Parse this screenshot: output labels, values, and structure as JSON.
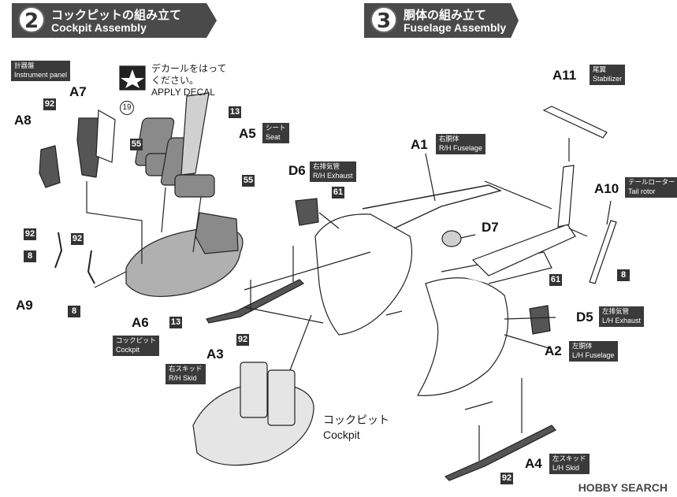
{
  "steps": [
    {
      "number": "2",
      "title_jp": "コックピットの組み立て",
      "title_en": "Cockpit Assembly"
    },
    {
      "number": "3",
      "title_jp": "胴体の組み立て",
      "title_en": "Fuselage Assembly"
    }
  ],
  "decal": {
    "jp_line1": "デカールをはって",
    "jp_line2": "ください。",
    "en": "APPLY DECAL"
  },
  "tags": {
    "instrument_panel": {
      "jp": "計器盤",
      "en": "Instrument panel"
    },
    "seat": {
      "jp": "シート",
      "en": "Seat"
    },
    "cockpit": {
      "jp": "コックピット",
      "en": "Cockpit"
    },
    "rh_skid": {
      "jp": "右スキッド",
      "en": "R/H Skid"
    },
    "rh_exhaust": {
      "jp": "右排気管",
      "en": "R/H Exhaust"
    },
    "rh_fuselage": {
      "jp": "右胴体",
      "en": "R/H Fuselage"
    },
    "stabilizer": {
      "jp": "尾翼",
      "en": "Stabilizer"
    },
    "tail_rotor": {
      "jp": "テールローター",
      "en": "Tail rotor"
    },
    "lh_exhaust": {
      "jp": "左排気管",
      "en": "L/H Exhaust"
    },
    "lh_fuselage": {
      "jp": "左胴体",
      "en": "L/H Fuselage"
    },
    "lh_skid": {
      "jp": "左スキッド",
      "en": "L/H Skid"
    }
  },
  "parts": {
    "a1": "A1",
    "a2": "A2",
    "a3": "A3",
    "a4": "A4",
    "a5": "A5",
    "a6": "A6",
    "a7": "A7",
    "a8": "A8",
    "a9": "A9",
    "a10": "A10",
    "a11": "A11",
    "d5": "D5",
    "d6": "D6",
    "d7": "D7"
  },
  "badges": {
    "b92": "92",
    "b55": "55",
    "b13": "13",
    "b8": "8",
    "b61": "61",
    "c19": "19"
  },
  "cockpit_label": {
    "jp": "コックピット",
    "en": "Cockpit"
  },
  "watermark": "HOBBY SEARCH",
  "colors": {
    "dark_part": "#555555",
    "mid_part": "#8a8a8a",
    "light_part": "#d0d0d0",
    "tag_bg": "#3a3a3a"
  }
}
